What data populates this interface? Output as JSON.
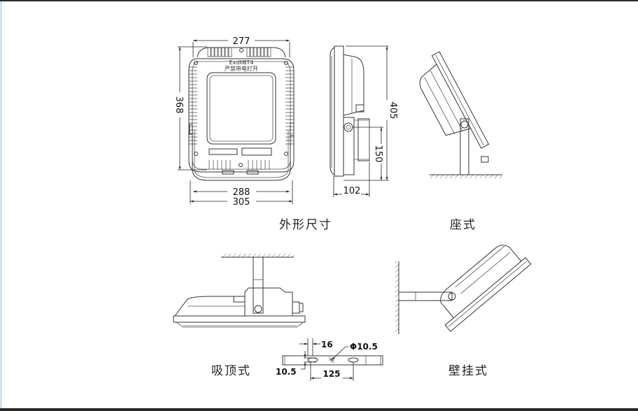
{
  "views": {
    "front": {
      "caption": "外形尺寸",
      "marking_line1": "ExdIIBT4",
      "marking_line2": "严禁带电打开",
      "dim_width_top": "277",
      "dim_height": "368",
      "dim_width_bracket": "288",
      "dim_width_overall": "305"
    },
    "side": {
      "dim_height": "405",
      "dim_bracket_height": "150",
      "dim_depth": "102"
    },
    "seat_mount": {
      "caption": "座式"
    },
    "ceiling_mount": {
      "caption": "吸顶式"
    },
    "wall_mount": {
      "caption": "壁挂式"
    },
    "bracket_detail": {
      "dim_slot_width": "16",
      "dim_hole_diameter": "Φ10.5",
      "dim_slot_height": "10.5",
      "dim_hole_spacing": "125"
    }
  }
}
